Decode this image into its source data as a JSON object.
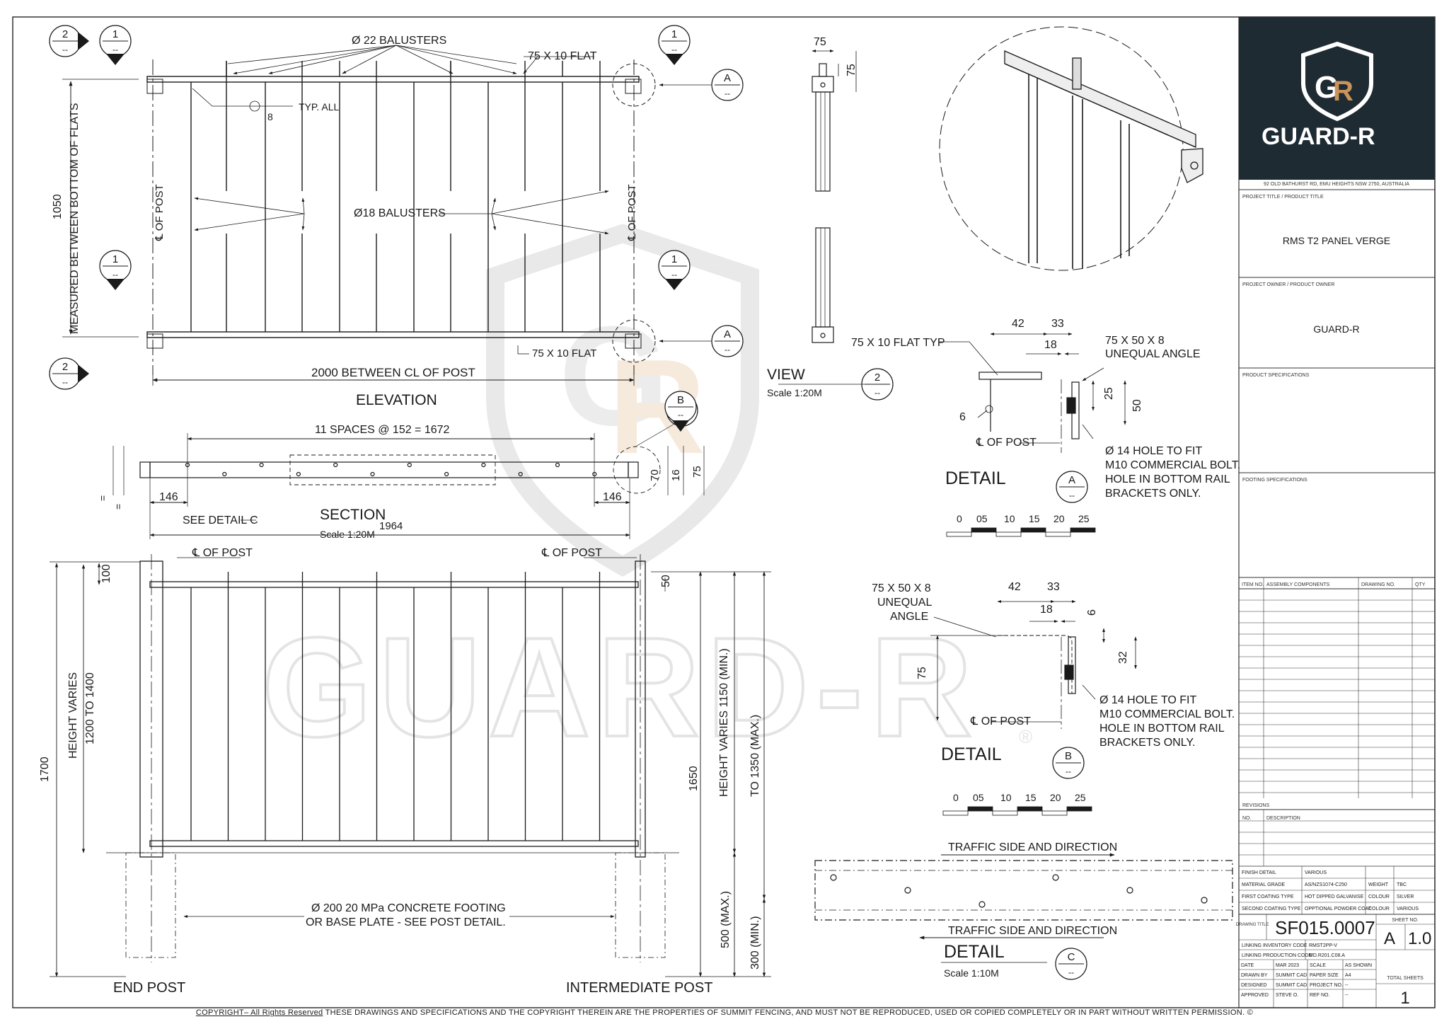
{
  "brand": {
    "name": "GUARD-R",
    "logo_monogram": "GR",
    "address": "92 OLD BATHURST RD, EMU HEIGHTS NSW 2750, AUSTRALIA",
    "accent": "#c9935a",
    "panel_color": "#1e2b33"
  },
  "elevation": {
    "top_balusters": "Ø 22 BALUSTERS",
    "top_flat": "75 X 10 FLAT",
    "bottom_flat": "75 X 10 FLAT",
    "typ_all": "TYP. ALL",
    "weld": "8",
    "mid_balusters": "Ø18 BALUSTERS",
    "height_dim": "1050",
    "height_note": "MEASURED BETWEEN BOTTOM OF FLATS",
    "cl_post": "℄ OF POST",
    "width_dim": "2000 BETWEEN CL OF POST",
    "title": "ELEVATION",
    "sec_mark_num": "1",
    "sec_mark_ref": "--",
    "sec_mark2_num": "2",
    "det_a": "A",
    "det_b": "B",
    "det_ref": "--"
  },
  "section": {
    "spaces": "11 SPACES @ 152 = 1672",
    "d146": "146",
    "see_detail": "SEE DETAIL C",
    "title": "SECTION",
    "scale": "Scale 1:20M",
    "total": "1964",
    "num": "1",
    "ref": "--",
    "d70": "70",
    "d16": "16",
    "d75": "75",
    "eq": "="
  },
  "view": {
    "title": "VIEW",
    "scale": "Scale 1:20M",
    "num": "2",
    "ref": "--",
    "d75a": "75",
    "d75b": "75"
  },
  "detail_a": {
    "flat_typ": "75 X 10 FLAT TYP",
    "d42": "42",
    "d33": "33",
    "d18": "18",
    "angle": [
      "75 X 50 X 8",
      "UNEQUAL ANGLE"
    ],
    "d25": "25",
    "d50": "50",
    "d6": "6",
    "cl": "℄ OF POST",
    "hole": [
      "Ø 14  HOLE TO FIT",
      "M10 COMMERCIAL BOLT.",
      "HOLE IN BOTTOM RAIL",
      "BRACKETS ONLY."
    ],
    "title": "DETAIL",
    "letter": "A",
    "ref": "--",
    "scale_ticks": [
      "0",
      "05",
      "10",
      "15",
      "20",
      "25"
    ]
  },
  "detail_b": {
    "angle": [
      "75 X 50 X 8",
      "UNEQUAL",
      "ANGLE"
    ],
    "d42": "42",
    "d33": "33",
    "d18": "18",
    "d6": "6",
    "d32": "32",
    "d75": "75",
    "cl": "℄ OF POST",
    "hole": [
      "Ø 14  HOLE TO FIT",
      "M10 COMMERCIAL BOLT.",
      "HOLE IN BOTTOM RAIL",
      "BRACKETS ONLY."
    ],
    "title": "DETAIL",
    "letter": "B",
    "ref": "--",
    "scale_ticks": [
      "0",
      "05",
      "10",
      "15",
      "20",
      "25"
    ]
  },
  "detail_c": {
    "traffic_top": "TRAFFIC SIDE AND DIRECTION",
    "traffic_bottom": "TRAFFIC SIDE AND DIRECTION",
    "title": "DETAIL",
    "letter": "C",
    "ref": "--",
    "scale": "Scale 1:10M"
  },
  "posts": {
    "cl1": "℄ OF POST",
    "cl2": "℄ OF POST",
    "d1700": "1700",
    "hv": "HEIGHT VARIES",
    "hv_range": "1200 TO 1400",
    "d100": "100",
    "d50": "50",
    "d1650": "1650",
    "hv2a": "HEIGHT VARIES 1150 (MIN.)",
    "hv2b": "TO 1350 (MAX.)",
    "d500": "500 (MAX.)",
    "d300": "300 (MIN.)",
    "footing": [
      "Ø 200 20 MPa CONCRETE FOOTING",
      "OR BASE PLATE - SEE POST DETAIL."
    ],
    "end_post": "END POST",
    "int_post": "INTERMEDIATE POST"
  },
  "title_block": {
    "project_title_label": "PROJECT TITLE  /  PRODUCT TITLE",
    "project_title": "RMS T2 PANEL VERGE",
    "owner_label": "PROJECT OWNER  /  PRODUCT OWNER",
    "owner": "GUARD-R",
    "product_spec_label": "PRODUCT SPECIFICATIONS",
    "footing_spec_label": "FOOTING SPECIFICATIONS",
    "table_headers": [
      "ITEM NO.",
      "ASSEMBLY COMPONENTS",
      "DRAWING NO.",
      "QTY"
    ],
    "revisions_label": "REVISIONS",
    "rev_headers": [
      "NO.",
      "DESCRIPTION"
    ],
    "finish_rows": [
      [
        "FINISH DETAIL",
        "VARIOUS",
        "",
        ""
      ],
      [
        "MATERIAL GRADE",
        "AS/NZS1074-C250",
        "WEIGHT",
        "TBC"
      ],
      [
        "FIRST COATING TYPE",
        "HOT DIPPED GALVANISE",
        "COLOUR",
        "SILVER"
      ],
      [
        "SECOND COATING TYPE",
        "OPPTIONAL POWDER COAT",
        "COLOUR",
        "VARIOUS"
      ]
    ],
    "drawing_title_label": "DRAWING TITLE",
    "drawing_no": "SF015.0007",
    "sheet_no_label": "SHEET NO.",
    "sheet_letter": "A",
    "revision": "1.0",
    "linking_rows": [
      [
        "LINKING INVENTORY CODE",
        "RMST2PP-V"
      ],
      [
        "LINKING PRODUCTION CODE",
        "MD.R201.C08.A"
      ]
    ],
    "info_rows": [
      [
        "DATE",
        "MAR 2023",
        "SCALE",
        "AS SHOWN"
      ],
      [
        "DRAWN BY",
        "SUMMIT CAD",
        "PAPER SIZE",
        "A4"
      ],
      [
        "DESIGNED",
        "SUMMIT CAD",
        "PROJECT NO.",
        "--"
      ],
      [
        "APPROVED",
        "STEVE O.",
        "REF NO.",
        "--"
      ]
    ],
    "total_sheets_label": "TOTAL SHEETS",
    "total_sheets": "1"
  },
  "copyright": {
    "lead": "COPYRIGHT– All Rights Reserved",
    "body": " THESE DRAWINGS AND SPECIFICATIONS AND THE COPYRIGHT THEREIN ARE THE PROPERTIES OF SUMMIT FENCING, AND MUST NOT BE REPRODUCED, USED OR COPIED COMPLETELY OR IN PART WITHOUT WRITTEN PERMISSION. ©"
  }
}
